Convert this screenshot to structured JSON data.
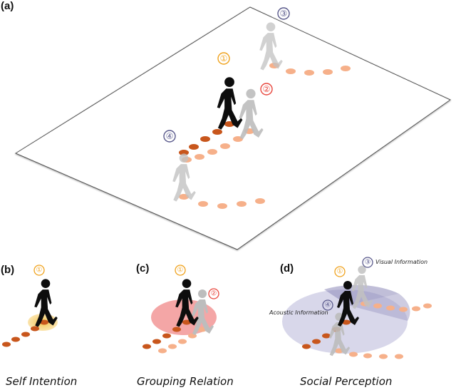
{
  "panels": {
    "a": {
      "tag": "(a)"
    },
    "b": {
      "tag": "(b)",
      "caption": "Self Intention"
    },
    "c": {
      "tag": "(c)",
      "caption": "Grouping Relation"
    },
    "d": {
      "tag": "(d)",
      "caption": "Social Perception",
      "visual_label": "Visual Information",
      "acoustic_label": "Acoustic Information"
    }
  },
  "agents": {
    "one": "①",
    "two": "②",
    "three": "③",
    "four": "④"
  },
  "colors": {
    "self": "#f0a21c",
    "group": "#e8473e",
    "other": "#5a5a8c",
    "trail_dark": "#c8561c",
    "trail_light": "#f6b08a",
    "walker": "#0d0d0d",
    "ghost": "#c2c2c2",
    "group_disc": "#f08080",
    "perception_disc": "#b8b6d8",
    "self_disc": "#f5c34a"
  },
  "icons": {
    "walker": "walking-person-icon"
  }
}
